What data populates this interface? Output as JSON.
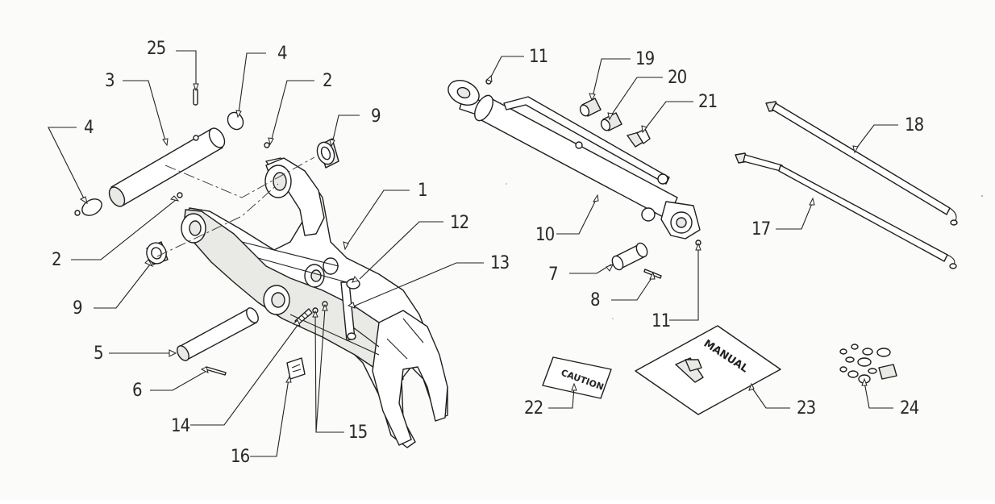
{
  "labels": [
    "1",
    "2",
    "2",
    "3",
    "4",
    "4",
    "5",
    "6",
    "7",
    "8",
    "9",
    "9",
    "10",
    "11",
    "11",
    "12",
    "13",
    "14",
    "15",
    "16",
    "17",
    "18",
    "19",
    "20",
    "21",
    "22",
    "23",
    "24",
    "25"
  ],
  "decals": {
    "caution": "CAUTION",
    "manual": "MANUAL"
  }
}
